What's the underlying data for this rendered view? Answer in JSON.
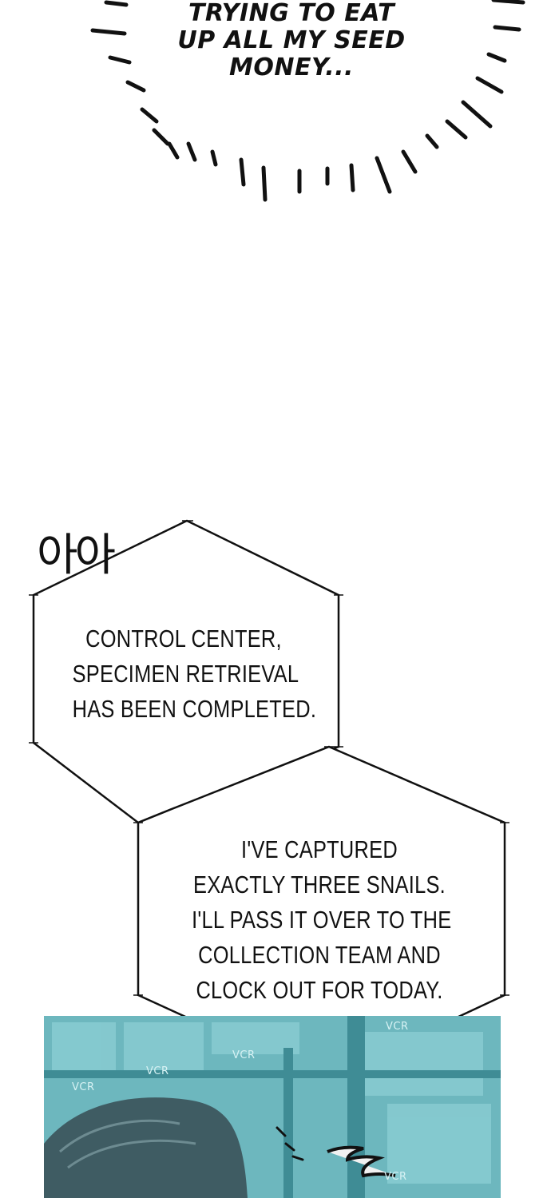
{
  "burst_caption": {
    "lines": [
      "TRYING TO EAT",
      "UP ALL MY SEED",
      "MONEY..."
    ]
  },
  "sound_effect": {
    "text": "아아"
  },
  "bubble_one": {
    "lines": [
      "CONTROL CENTER,",
      "SPECIMEN RETRIEVAL",
      "HAS BEEN COMPLETED."
    ]
  },
  "bubble_two": {
    "lines": [
      "I'VE CAPTURED",
      "EXACTLY THREE SNAILS.",
      "I'LL PASS IT OVER TO THE",
      "COLLECTION TEAM AND",
      "CLOCK OUT FOR TODAY."
    ]
  },
  "panel": {
    "watermarks": [
      "VCR",
      "VCR",
      "VCR",
      "VCR",
      "VCR"
    ],
    "colors": {
      "wall": "#6fb8bf",
      "hair": "#3f5c63"
    }
  }
}
